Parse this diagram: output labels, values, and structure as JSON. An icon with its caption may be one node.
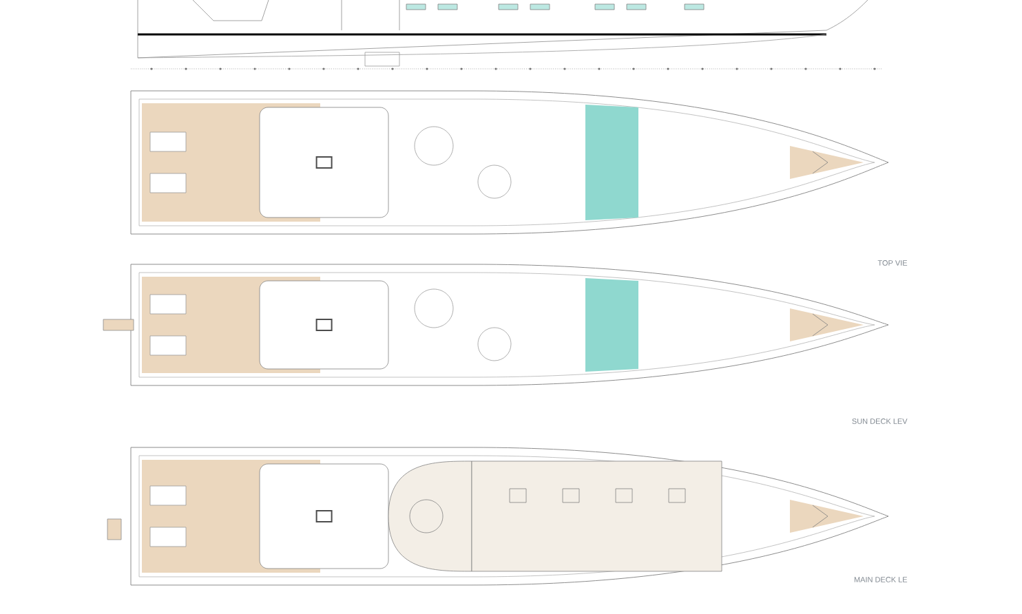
{
  "diagram": {
    "labels": [
      "TOP VIE",
      "SUN DECK LEV",
      "MAIN DECK LE"
    ]
  }
}
